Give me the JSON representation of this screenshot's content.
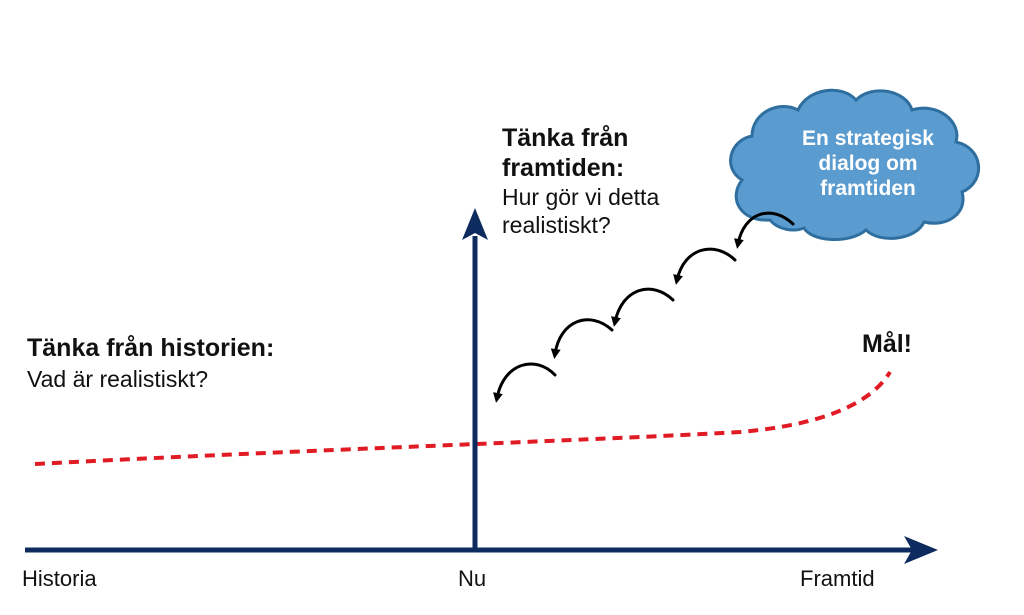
{
  "colors": {
    "axis": "#0d2b5e",
    "trend": "#e01b24",
    "cloud_fill": "#5a9bd0",
    "cloud_stroke": "#2f6f9f",
    "arrows": "#000000"
  },
  "left_block": {
    "heading": "Tänka från historien:",
    "question": "Vad är realistiskt?"
  },
  "future_block": {
    "heading_line1": "Tänka från",
    "heading_line2": "framtiden:",
    "question_line1": "Hur gör vi detta",
    "question_line2": "realistiskt?"
  },
  "cloud": {
    "line1": "En strategisk",
    "line2": "dialog om",
    "line3": "framtiden"
  },
  "goal_label": "Mål!",
  "axis_labels": {
    "left": "Historia",
    "center": "Nu",
    "right": "Framtid"
  },
  "icons": {
    "cloud": "cloud-icon",
    "curved_arrows": "curved-arrow-icon"
  }
}
